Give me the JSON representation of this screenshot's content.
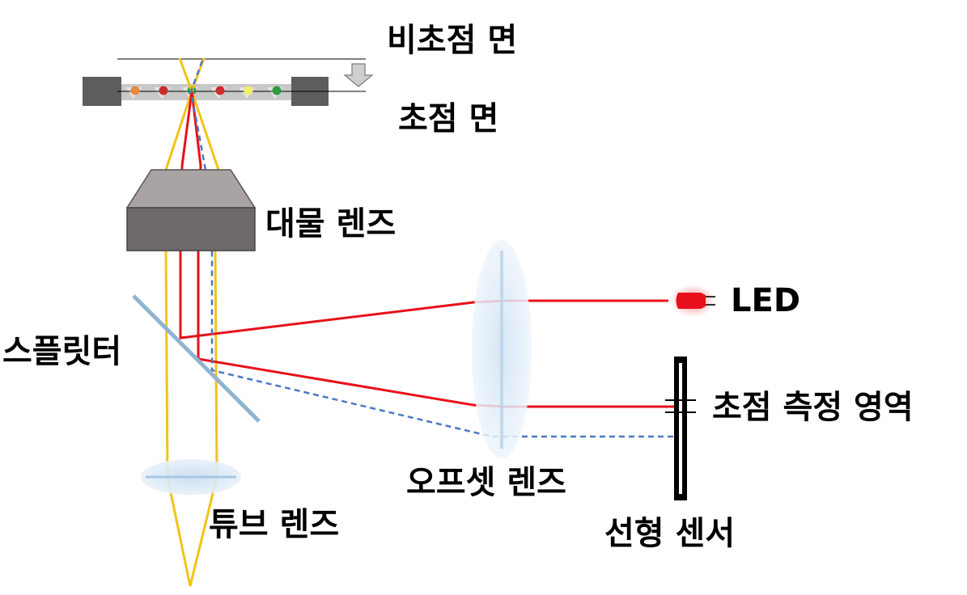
{
  "labels": {
    "defocus_plane": "비초점 면",
    "focus_plane": "초점 면",
    "objective_lens": "대물 렌즈",
    "splitter": "스플릿터",
    "led": "LED",
    "offset_lens": "오프셋 렌즈",
    "focus_region": "초점 측정 영역",
    "tube_lens": "튜브 렌즈",
    "linear_sensor": "선형 센서"
  },
  "colors": {
    "red_beam": "#e8101a",
    "yellow_beam": "#f2c318",
    "blue_dashed_beam": "#4a78c4",
    "splitter": "#8fb4d1",
    "lens_blue": "#d6e8f6",
    "objective_top": "#a9a3a3",
    "objective_body": "#6e6a6a",
    "stage_block": "#5f5c5c",
    "sample_slide": "#c8c8c8",
    "sensor": "#000000",
    "arrow_fill": "#cfcfcf"
  },
  "icons": {
    "down_arrow": "down-arrow-icon",
    "led": "led-icon"
  },
  "sample_dot_colors": [
    "#e98a3b",
    "#cc2b2b",
    "#2f9a3c",
    "#cc2b2b",
    "#f3ee6a",
    "#2f9a3c"
  ]
}
